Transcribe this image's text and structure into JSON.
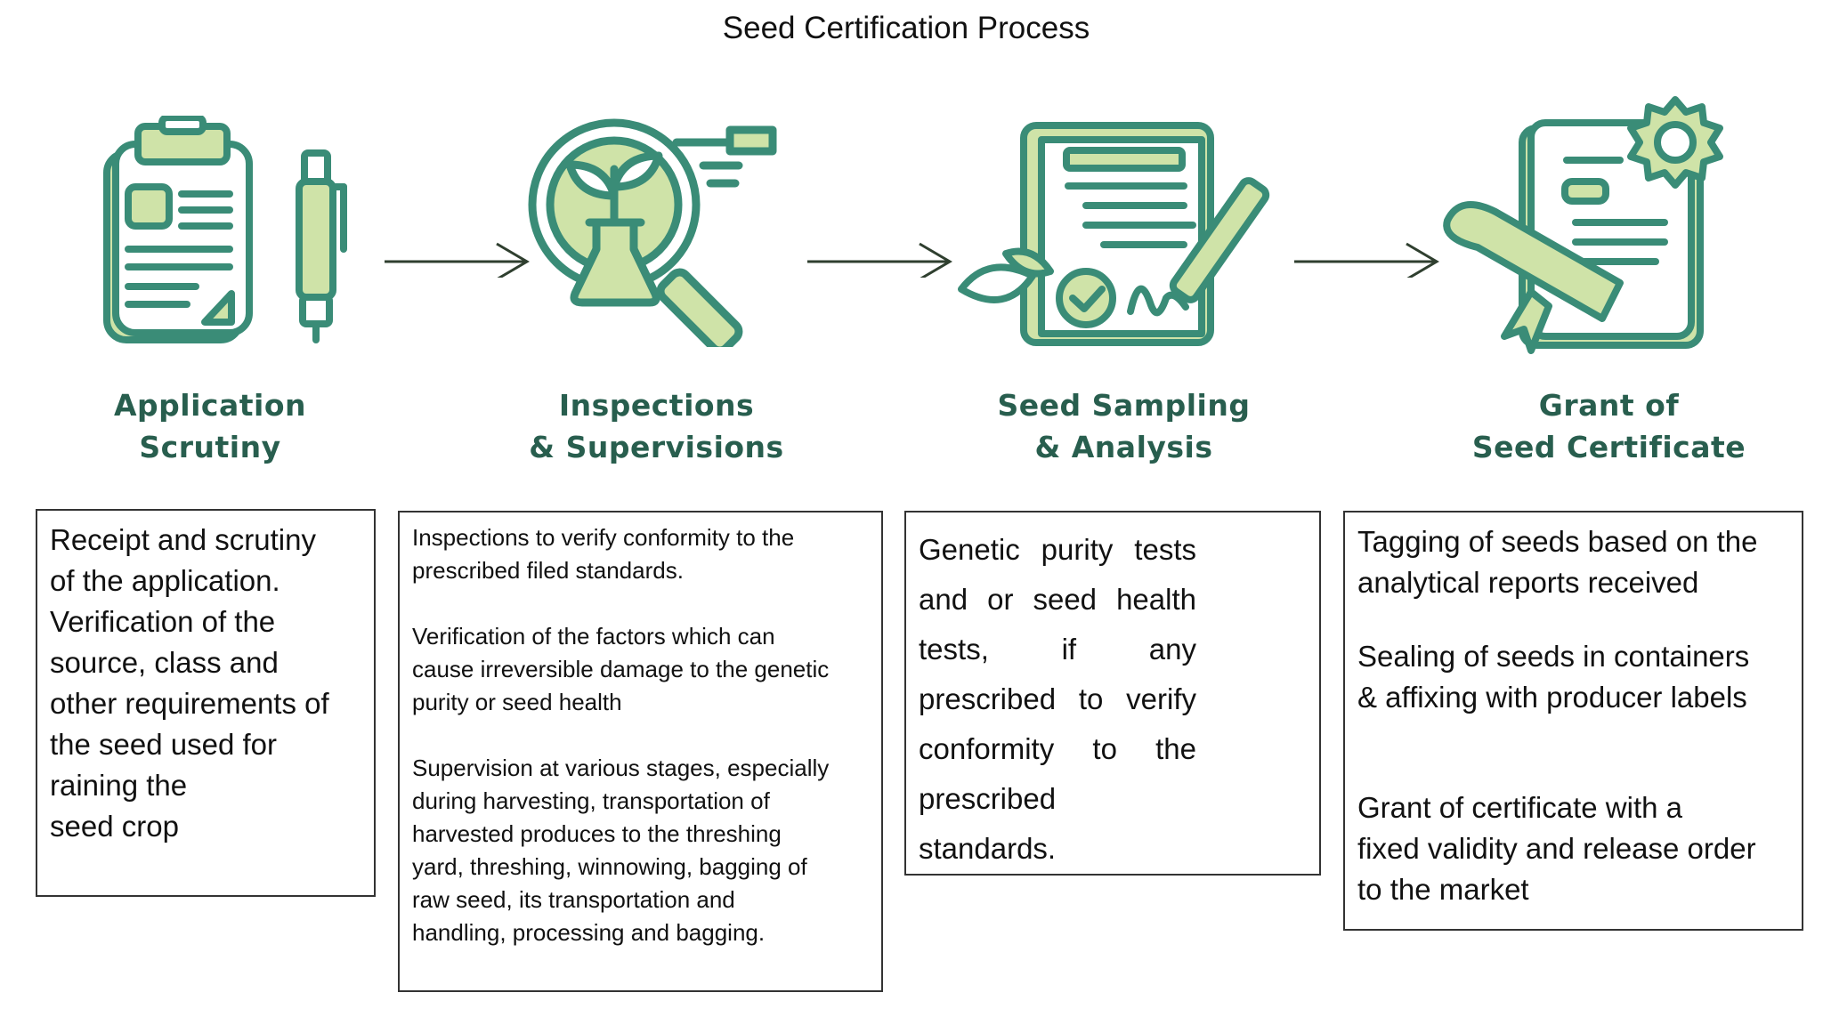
{
  "title": "Seed Certification Process",
  "colors": {
    "icon_dark": "#3a8c77",
    "icon_light": "#cfe3a8",
    "label_text": "#285e4e",
    "arrow": "#2f3f2f"
  },
  "steps": [
    {
      "icon": "clipboard-pen-icon",
      "label_lines": [
        "Application",
        "Scrutiny"
      ],
      "description_lines": [
        "Receipt and scrutiny",
        "of the application.",
        "Verification of the",
        "source, class and",
        "other requirements of",
        "the seed used for",
        "raining the",
        "seed crop"
      ]
    },
    {
      "icon": "magnifier-plant-icon",
      "label_lines": [
        "Inspections",
        "& Supervisions"
      ],
      "paragraphs": [
        [
          "Inspections to verify conformity to the",
          "prescribed filed standards."
        ],
        [
          "Verification of the factors which can",
          "cause irreversible damage to the genetic",
          "purity or seed health"
        ],
        [
          "Supervision at various stages, especially",
          "during harvesting, transportation of",
          "harvested produces to the threshing",
          "yard, threshing, winnowing, bagging of",
          "raw seed, its transportation and",
          "handling, processing and bagging."
        ]
      ]
    },
    {
      "icon": "document-sign-icon",
      "label_lines": [
        "Seed Sampling",
        "& Analysis"
      ],
      "description_lines": [
        "Genetic purity tests",
        "and or seed health",
        "tests, if any",
        "prescribed to verify",
        "conformity to the",
        "prescribed",
        "standards."
      ]
    },
    {
      "icon": "certificate-badge-icon",
      "label_lines": [
        "Grant of",
        "Seed Certificate"
      ],
      "paragraphs": [
        [
          "Tagging of seeds based on the",
          "analytical reports received"
        ],
        [
          "Sealing of seeds in containers",
          "& affixing with producer labels"
        ],
        [
          "Grant of certificate with a",
          "fixed validity and release order",
          "to the market"
        ]
      ]
    }
  ]
}
